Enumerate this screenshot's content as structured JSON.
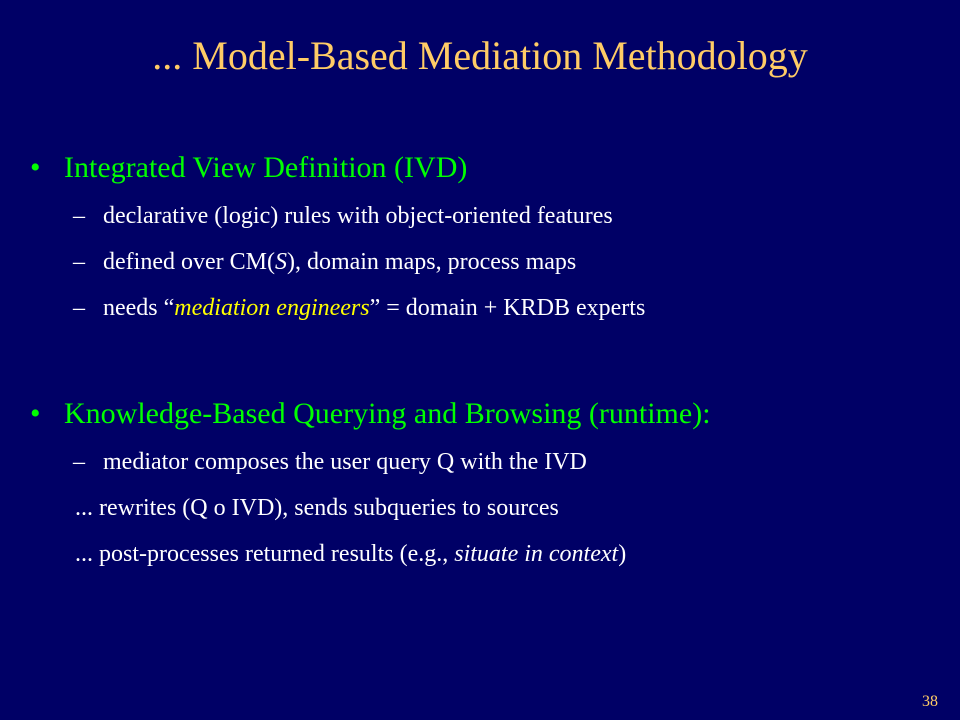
{
  "slide": {
    "title": "... Model-Based Mediation Methodology",
    "bullet1": {
      "marker": "•",
      "text": "Integrated View Definition (IVD)",
      "sub": [
        {
          "dash": "–",
          "text": "declarative (logic) rules with object-oriented features"
        },
        {
          "dash": "–",
          "text_pre": "defined over CM(",
          "text_em": "S",
          "text_post": "), domain maps, process maps"
        },
        {
          "dash": "–",
          "text_pre": "needs “",
          "text_em": "mediation engineers",
          "text_post": "” = domain + KRDB experts"
        }
      ]
    },
    "bullet2": {
      "marker": "•",
      "text": "Knowledge-Based Querying and Browsing (runtime):",
      "sub": [
        {
          "dash": "–",
          "text": "mediator composes the user query Q with the IVD"
        },
        {
          "text": "... rewrites (Q o IVD), sends subqueries to sources"
        },
        {
          "text_pre": "... post-processes returned results (e.g., ",
          "text_em": "situate in context",
          "text_post": ")"
        }
      ]
    },
    "page_number": "38",
    "colors": {
      "background": "#000066",
      "title": "#FFCC66",
      "bullet": "#00FF00",
      "sub_text": "#FFFFFF",
      "highlight": "#FFFF00"
    }
  }
}
